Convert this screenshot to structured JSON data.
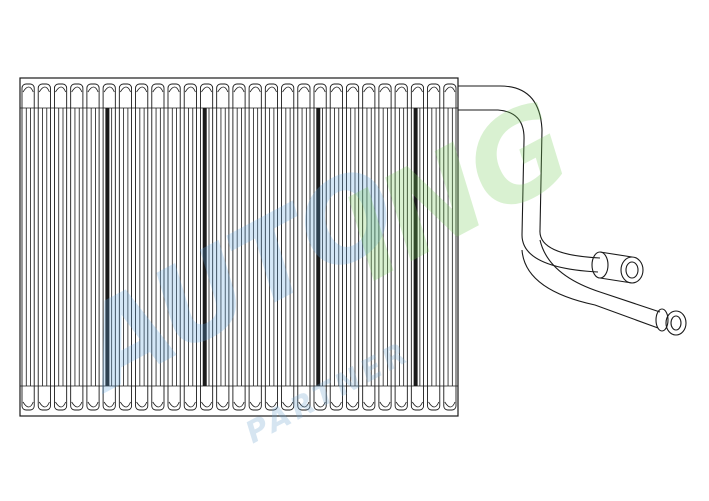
{
  "figure": {
    "subject_icon": "evaporator-core-line-drawing",
    "fin_count": 27,
    "dark_fin_positions": [
      5,
      11,
      18,
      24
    ],
    "colors": {
      "line": "#1a1a1a",
      "background": "#ffffff",
      "watermark_blue": "#64aae1",
      "watermark_green": "#78cd5a"
    }
  },
  "watermark": {
    "primary": "AUTO",
    "secondary": "ING",
    "tagline": "PARTNER"
  }
}
